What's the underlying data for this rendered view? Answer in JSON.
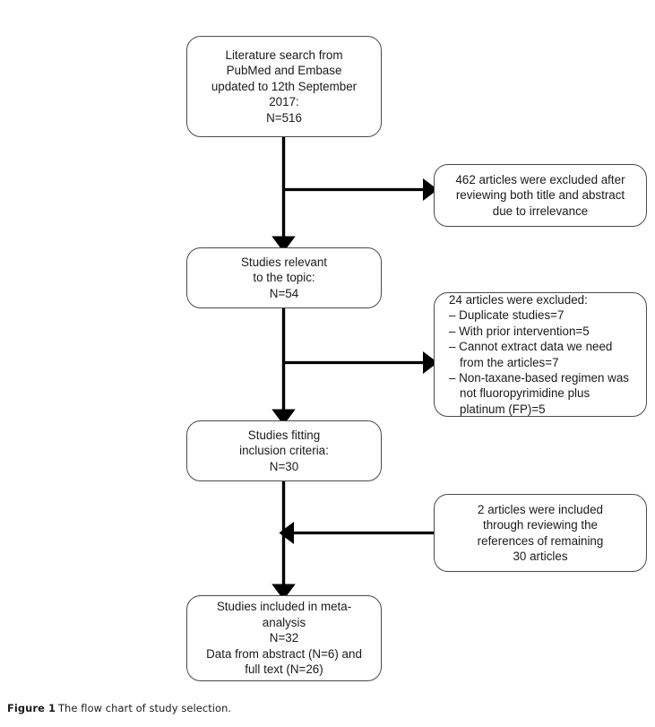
{
  "figure": {
    "caption_label": "Figure 1",
    "caption_text": "The flow chart of study selection."
  },
  "chart_data": {
    "type": "diagram",
    "title": "The flow chart of study selection",
    "nodes": [
      {
        "id": "search",
        "role": "identification",
        "lines": [
          "Literature search from",
          "PubMed and Embase",
          "updated to 12th September",
          "2017:",
          "N=516"
        ],
        "count": 516
      },
      {
        "id": "excluded-1",
        "role": "exclusion",
        "lines": [
          "462 articles were excluded after",
          "reviewing both title and abstract",
          "due to irrelevance"
        ],
        "count": 462
      },
      {
        "id": "relevant",
        "role": "screening",
        "lines": [
          "Studies relevant",
          "to the topic:",
          "N=54"
        ],
        "count": 54
      },
      {
        "id": "excluded-2",
        "role": "exclusion",
        "lines": [
          "24 articles were excluded:",
          "– Duplicate studies=7",
          "– With prior intervention=5",
          "– Cannot extract data we need from the articles=7",
          "– Non-taxane-based regimen was not fluoropyrimidine plus platinum (FP)=5"
        ],
        "count": 24
      },
      {
        "id": "fitting",
        "role": "eligibility",
        "lines": [
          "Studies fitting",
          "inclusion criteria:",
          "N=30"
        ],
        "count": 30
      },
      {
        "id": "included-refs",
        "role": "addition",
        "lines": [
          "2 articles were included",
          "through reviewing the",
          "references of remaining",
          "30 articles"
        ],
        "count": 2
      },
      {
        "id": "final",
        "role": "included",
        "lines": [
          "Studies included in meta-",
          "analysis",
          "N=32",
          "Data from abstract (N=6) and",
          "full text (N=26)"
        ],
        "count": 32
      }
    ],
    "edges": [
      {
        "from": "search",
        "to": "relevant",
        "direction": "down"
      },
      {
        "from": "search",
        "to": "excluded-1",
        "direction": "right"
      },
      {
        "from": "relevant",
        "to": "fitting",
        "direction": "down"
      },
      {
        "from": "relevant",
        "to": "excluded-2",
        "direction": "right"
      },
      {
        "from": "fitting",
        "to": "final",
        "direction": "down"
      },
      {
        "from": "included-refs",
        "to": "fitting",
        "direction": "left"
      }
    ]
  },
  "nodes": {
    "search": {
      "l0": "Literature search from",
      "l1": "PubMed and Embase",
      "l2": "updated to 12th September",
      "l3": "2017:",
      "l4": "N=516"
    },
    "excluded1": {
      "l0": "462 articles were excluded after",
      "l1": "reviewing both title and abstract",
      "l2": "due to irrelevance"
    },
    "relevant": {
      "l0": "Studies relevant",
      "l1": "to the topic:",
      "l2": "N=54"
    },
    "excluded2": {
      "l0": "24 articles were excluded:",
      "l1": "– Duplicate studies=7",
      "l2": "– With prior intervention=5",
      "l3": "– Cannot extract data we need from the articles=7",
      "l4": "– Non-taxane-based regimen was not fluoropyrimidine plus platinum (FP)=5"
    },
    "fitting": {
      "l0": "Studies fitting",
      "l1": "inclusion criteria:",
      "l2": "N=30"
    },
    "includedRefs": {
      "l0": "2 articles were included",
      "l1": "through reviewing the",
      "l2": "references of remaining",
      "l3": "30 articles"
    },
    "final": {
      "l0": "Studies included in meta-",
      "l1": "analysis",
      "l2": "N=32",
      "l3": "Data from abstract (N=6) and",
      "l4": "full text (N=26)"
    }
  }
}
